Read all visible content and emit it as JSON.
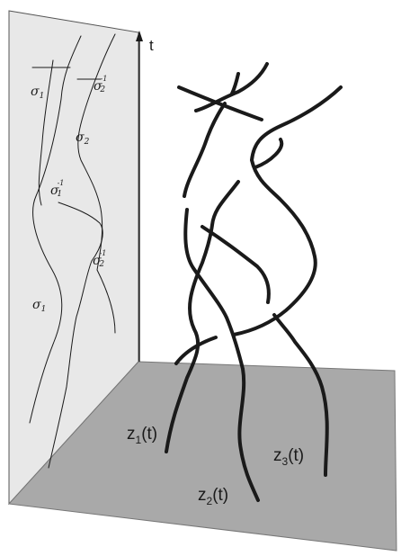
{
  "axis": {
    "label": "t"
  },
  "wall_labels": [
    {
      "id": "s1-top",
      "base": "σ",
      "sub": "1",
      "sup": ""
    },
    {
      "id": "s2inv-top",
      "base": "σ",
      "sub": "2",
      "sup": "-1"
    },
    {
      "id": "s2-mid",
      "base": "σ",
      "sub": "2",
      "sup": ""
    },
    {
      "id": "s1inv",
      "base": "σ",
      "sub": "1",
      "sup": "-1"
    },
    {
      "id": "s2inv-low",
      "base": "σ",
      "sub": "2",
      "sup": "-1"
    },
    {
      "id": "s1-low",
      "base": "σ",
      "sub": "1",
      "sup": ""
    }
  ],
  "strand_labels": [
    {
      "id": "z1",
      "base": "z",
      "sub": "1",
      "arg": "(t)"
    },
    {
      "id": "z2",
      "base": "z",
      "sub": "2",
      "arg": "(t)"
    },
    {
      "id": "z3",
      "base": "z",
      "sub": "3",
      "arg": "(t)"
    }
  ],
  "colors": {
    "wall": "#e8e8e8",
    "floor": "#a9a9a9",
    "stroke": "#1a1a1a"
  }
}
